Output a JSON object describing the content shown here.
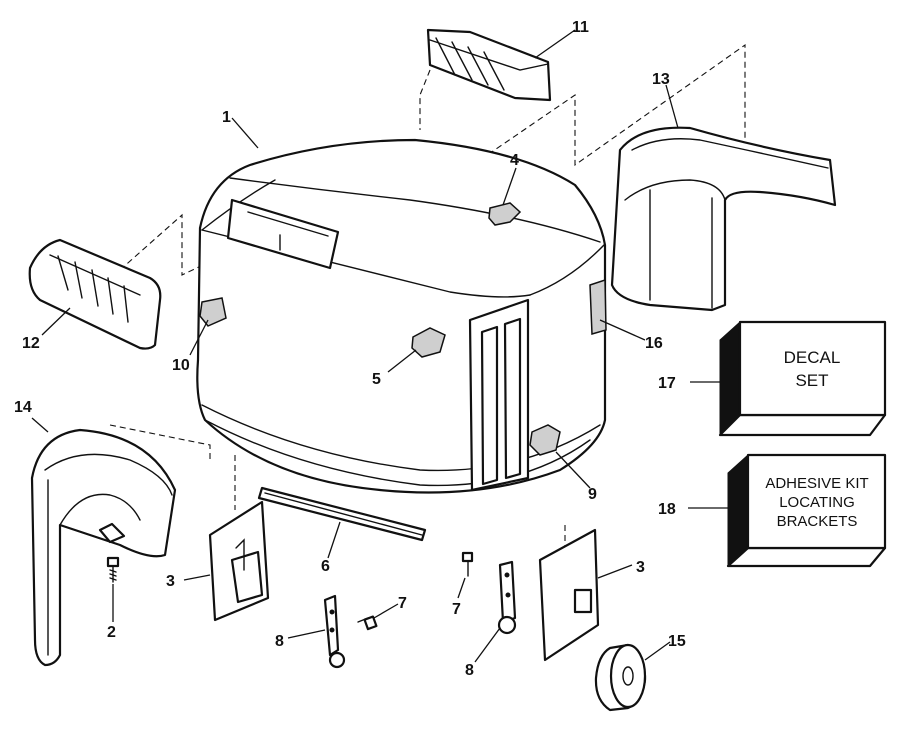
{
  "callouts": [
    {
      "id": "1",
      "text": "1"
    },
    {
      "id": "2",
      "text": "2"
    },
    {
      "id": "3a",
      "text": "3"
    },
    {
      "id": "3b",
      "text": "3"
    },
    {
      "id": "4",
      "text": "4"
    },
    {
      "id": "5",
      "text": "5"
    },
    {
      "id": "6",
      "text": "6"
    },
    {
      "id": "7a",
      "text": "7"
    },
    {
      "id": "7b",
      "text": "7"
    },
    {
      "id": "8a",
      "text": "8"
    },
    {
      "id": "8b",
      "text": "8"
    },
    {
      "id": "9",
      "text": "9"
    },
    {
      "id": "10",
      "text": "10"
    },
    {
      "id": "11",
      "text": "11"
    },
    {
      "id": "12",
      "text": "12"
    },
    {
      "id": "13",
      "text": "13"
    },
    {
      "id": "14",
      "text": "14"
    },
    {
      "id": "15",
      "text": "15"
    },
    {
      "id": "16",
      "text": "16"
    },
    {
      "id": "17",
      "text": "17"
    },
    {
      "id": "18",
      "text": "18"
    }
  ],
  "kits": {
    "decal": {
      "line1": "DECAL",
      "line2": "SET"
    },
    "adhesive": {
      "line1": "ADHESIVE KIT",
      "line2": "LOCATING",
      "line3": "BRACKETS"
    }
  }
}
